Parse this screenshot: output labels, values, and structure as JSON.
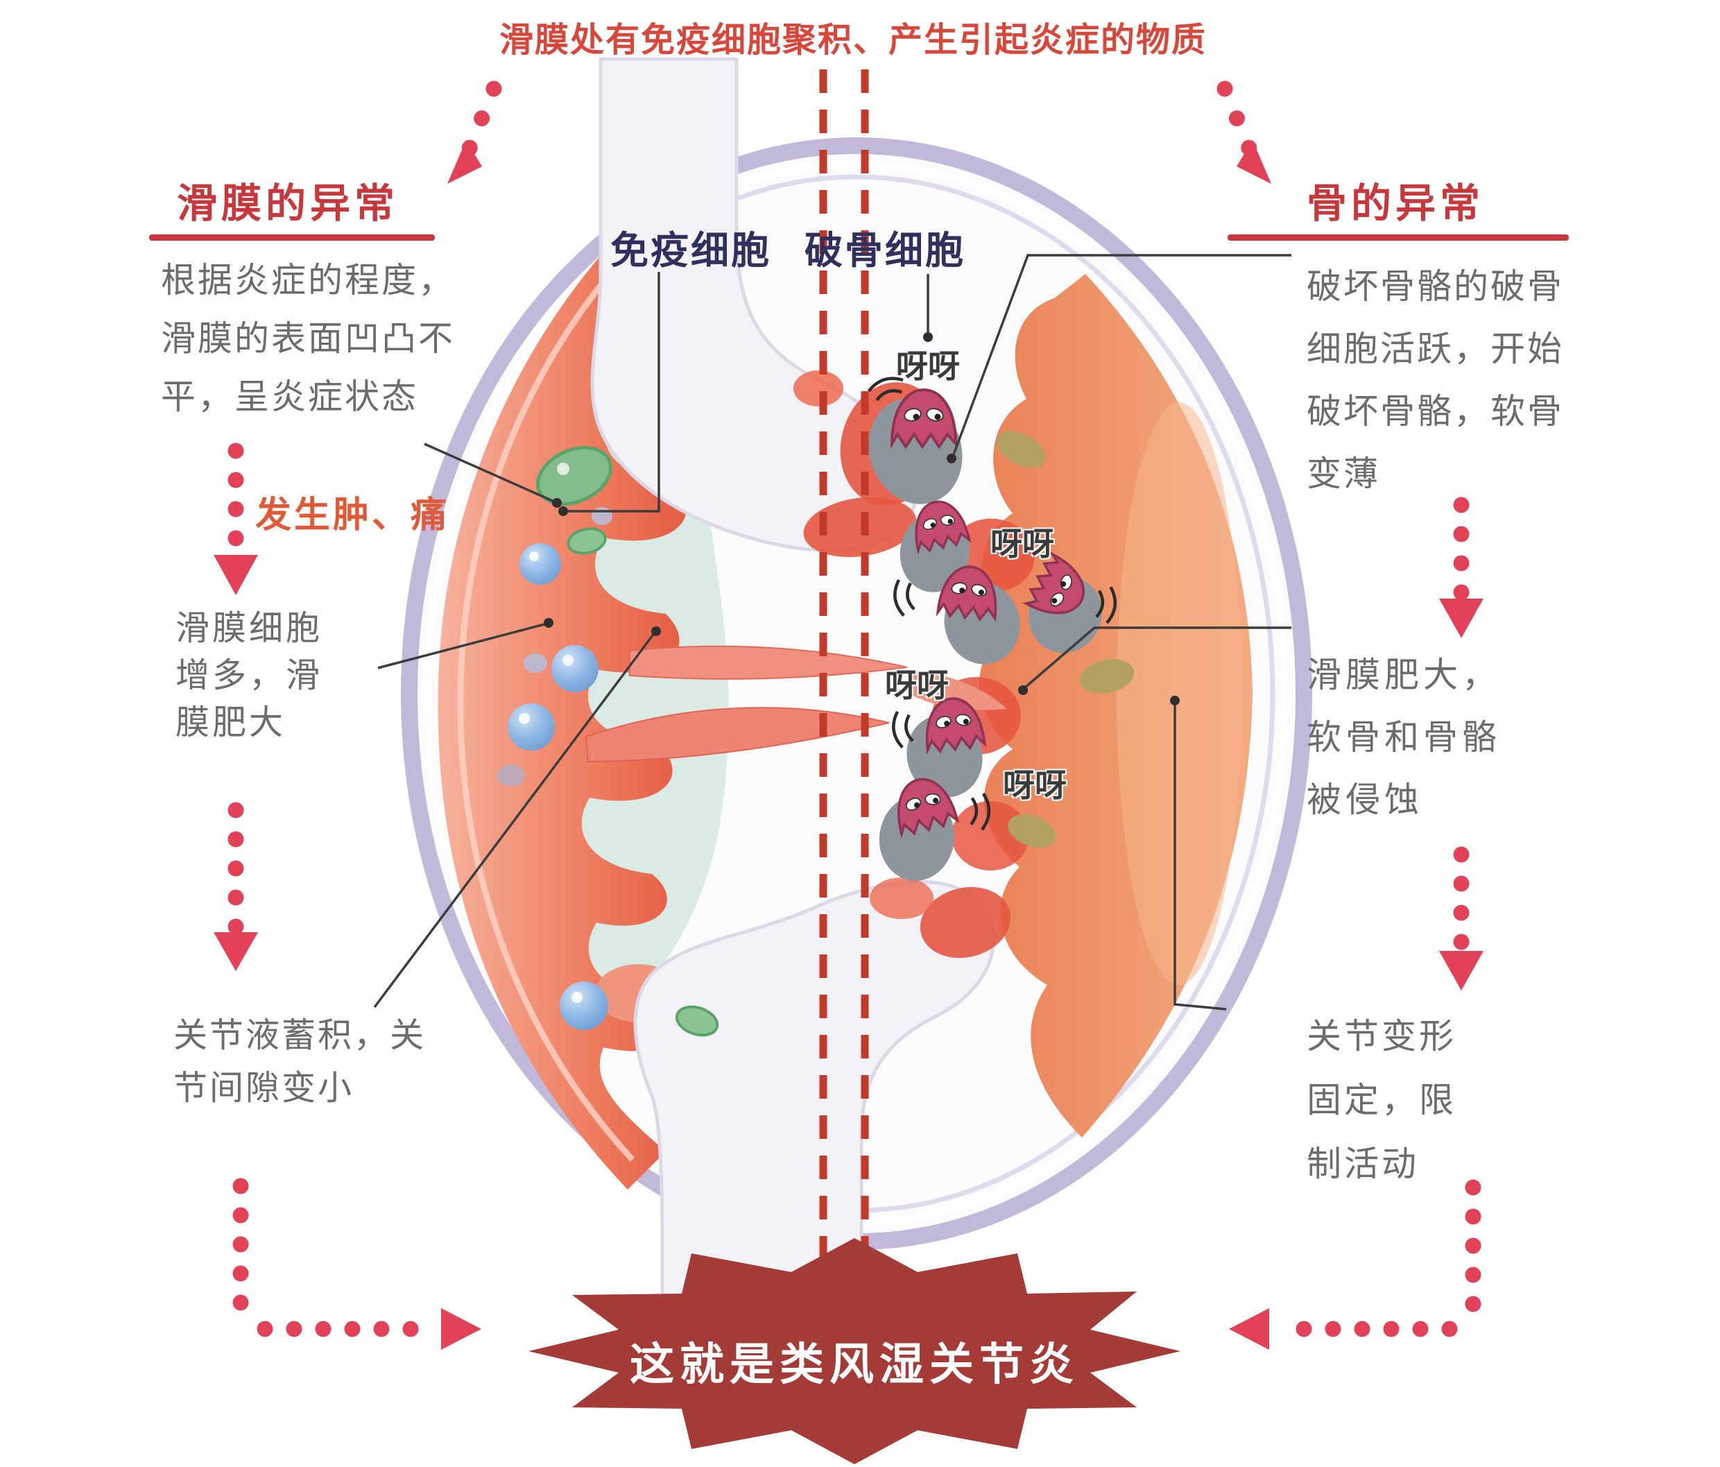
{
  "top": {
    "title": "滑膜处有免疫细胞聚积、产生引起炎症的物质"
  },
  "left": {
    "heading": "滑膜的异常",
    "para1_lines": [
      "根据炎症的程度，",
      "滑膜的表面凹凸不",
      "平，呈炎症状态"
    ],
    "note": "发生肿、痛",
    "para2_lines": [
      "滑膜细胞",
      "增多，滑",
      "膜肥大"
    ],
    "para3_lines": [
      "关节液蓄积，关",
      "节间隙变小"
    ]
  },
  "right": {
    "heading": "骨的异常",
    "para1_lines": [
      "破坏骨骼的破骨",
      "细胞活跃，开始",
      "破坏骨骼，软骨",
      "变薄"
    ],
    "para2_lines": [
      "滑膜肥大，",
      "软骨和骨骼",
      "被侵蚀"
    ],
    "para3_lines": [
      "关节变形",
      "固定，限",
      "制活动"
    ]
  },
  "diagram": {
    "immune_label": "免疫细胞",
    "osteoclast_label": "破骨细胞",
    "sound_labels": [
      "呀呀",
      "呀呀",
      "呀呀",
      "呀呀"
    ]
  },
  "burst": {
    "text": "这就是类风湿关节炎"
  },
  "colors": {
    "accent_red": "#c8373b",
    "title_red": "#d9473b",
    "note_orange": "#e05a38",
    "body_gray": "#6b6b70",
    "label_navy": "#30305e",
    "dot_crimson": "#e24158",
    "dash_red": "#c23a28",
    "burst_red": "#a53b36",
    "synovium_red": "#e4583f",
    "pannus_orange": "#f09a70",
    "capsule_lavender": "#c1b9da",
    "immune_green": "#83bd8d",
    "fluid_blue": "#d6e8e2",
    "cell_blue": "#7fabdf",
    "ghost_pink": "#c44a6e"
  }
}
